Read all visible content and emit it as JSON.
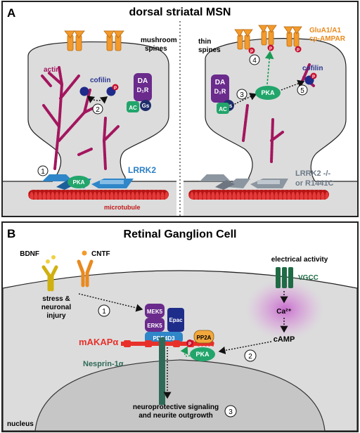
{
  "panelA": {
    "letter": "A",
    "title": "dorsal striatal MSN",
    "left": {
      "spines_label": [
        "mushroom",
        "spines"
      ],
      "actin": "actin",
      "cofilin": "cofilin",
      "p": "P",
      "step2": "2",
      "da": "DA",
      "d1r": "D₁R",
      "gs": "Gs",
      "ac": "AC",
      "step1": "1",
      "pka": "PKA",
      "lrrk2": "LRRK2",
      "microtubule": "microtubule"
    },
    "right": {
      "spines_label": [
        "thin",
        "spines"
      ],
      "glua_label": [
        "GluA1/A1",
        "cp-AMPAR"
      ],
      "p": "P",
      "step4": "4",
      "cofilin": "cofilin",
      "da": "DA",
      "d1r": "D₁R",
      "gs": "Gs",
      "ac": "AC",
      "step3": "3",
      "pka": "PKA",
      "step5": "5",
      "mutant": [
        "LRRK2 -/-",
        "or R1441C"
      ]
    }
  },
  "panelB": {
    "letter": "B",
    "title": "Retinal Ganglion Cell",
    "bdnf": "BDNF",
    "cntf": "CNTF",
    "stress": [
      "stress &",
      "neuronal",
      "injury"
    ],
    "step1": "1",
    "mek5": "MEK5",
    "erk5": "ERK5",
    "epac": "Epac",
    "pde": "PDE4D3",
    "pp2a": "PP2A",
    "pka": "PKA",
    "p": "P",
    "makap": "mAKAPα",
    "nesprin": "Nesprin-1α",
    "electrical": "electrical activity",
    "vgcc": "VGCC",
    "ca": "Ca²⁺",
    "camp": "cAMP",
    "step2": "2",
    "outcome": [
      "neuroprotective signaling",
      "and neurite outgrowth"
    ],
    "step3": "3",
    "nucleus": "nucleus"
  },
  "colors": {
    "cell_grey": "#dcdcdc",
    "spine_orange": "#f39a2b",
    "actin_magenta": "#a3165e",
    "purple": "#6a2b8c",
    "navy": "#1f2d6b",
    "green": "#22a56b",
    "blue": "#2f86c8",
    "microtubule_red": "#d42020",
    "grey_lrrk": "#8c96a0",
    "dark_green": "#2f6a58",
    "makap_red": "#e8302a"
  }
}
